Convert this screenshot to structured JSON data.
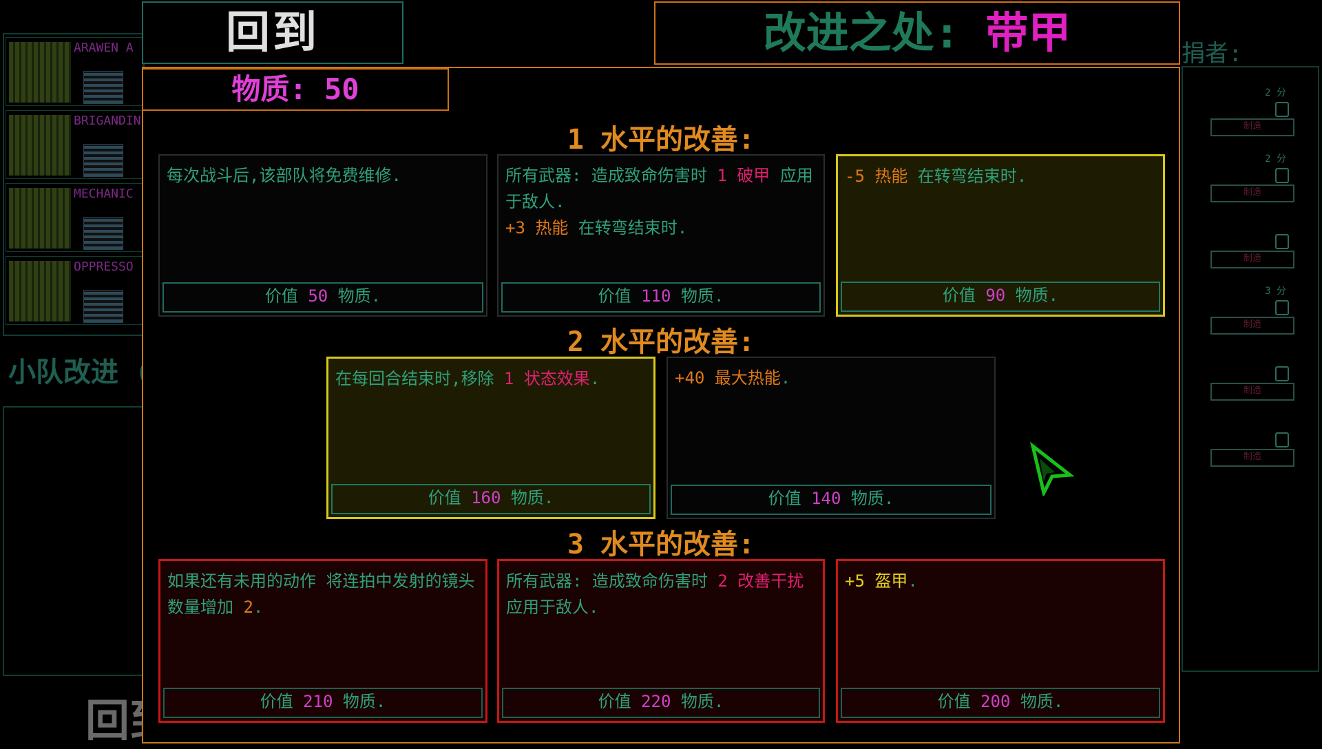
{
  "background": {
    "squad_title": "小队改进 (",
    "units": [
      {
        "name": "ARAWEN A"
      },
      {
        "name": "BRIGANDIN"
      },
      {
        "name": "MECHANIC"
      },
      {
        "name": "OPPRESSO"
      }
    ],
    "right_header": "捐者:",
    "requisitions": [
      {
        "time": "2 分",
        "button": "制造"
      },
      {
        "time": "2 分",
        "button": "制造"
      },
      {
        "time": "",
        "button": "制造"
      },
      {
        "time": "3 分",
        "button": "制造"
      },
      {
        "time": "",
        "button": "制造"
      },
      {
        "time": "",
        "button": "制造"
      }
    ],
    "bottom_back": "回到"
  },
  "dialog": {
    "back_label": "回到",
    "title_label": "改进之处:",
    "title_value": "带甲",
    "matter_label": "物质: 50",
    "tiers": [
      {
        "heading": "1 水平的改善:",
        "cards": [
          {
            "parts": [
              "每次战斗后,该部队将免费维修."
            ],
            "price_prefix": "价值 ",
            "price": "50",
            "price_suffix": " 物质.",
            "style": "plain"
          },
          {
            "parts": [
              "所有武器: 造成致命伤害时 ",
              "1 破甲",
              " 应用于敌人."
            ],
            "parts2": [
              "+3 热能",
              " 在转弯结束时."
            ],
            "price_prefix": "价值 ",
            "price": "110",
            "price_suffix": " 物质.",
            "style": "plain"
          },
          {
            "parts": [
              "-5 热能",
              " 在转弯结束时."
            ],
            "price_prefix": "价值 ",
            "price": "90",
            "price_suffix": " 物质.",
            "style": "selected"
          }
        ]
      },
      {
        "heading": "2 水平的改善:",
        "cards": [
          {
            "parts": [
              "在每回合结束时,移除 ",
              "1 状态效果",
              "."
            ],
            "price_prefix": "价值 ",
            "price": "160",
            "price_suffix": " 物质.",
            "style": "selected"
          },
          {
            "parts": [
              "+40 最大热能",
              "."
            ],
            "price_prefix": "价值 ",
            "price": "140",
            "price_suffix": " 物质.",
            "style": "plain"
          }
        ]
      },
      {
        "heading": "3 水平的改善:",
        "cards": [
          {
            "parts": [
              "如果还有未用的动作 将连拍中发射的镜头数量增加 ",
              "2",
              "."
            ],
            "price_prefix": "价值 ",
            "price": "210",
            "price_suffix": " 物质.",
            "style": "locked"
          },
          {
            "parts": [
              "所有武器: 造成致命伤害时 ",
              "2 改善干扰",
              " 应用于敌人."
            ],
            "price_prefix": "价值 ",
            "price": "220",
            "price_suffix": " 物质.",
            "style": "locked"
          },
          {
            "parts": [
              "+5 盔甲",
              "."
            ],
            "price_prefix": "价值 ",
            "price": "200",
            "price_suffix": " 物质.",
            "style": "locked"
          }
        ]
      }
    ]
  },
  "colors": {
    "accent_orange": "#d07016",
    "magenta": "#e020c0",
    "teal": "#2fa07a",
    "selected_yellow": "#d8c81a",
    "locked_red": "#c41818"
  }
}
